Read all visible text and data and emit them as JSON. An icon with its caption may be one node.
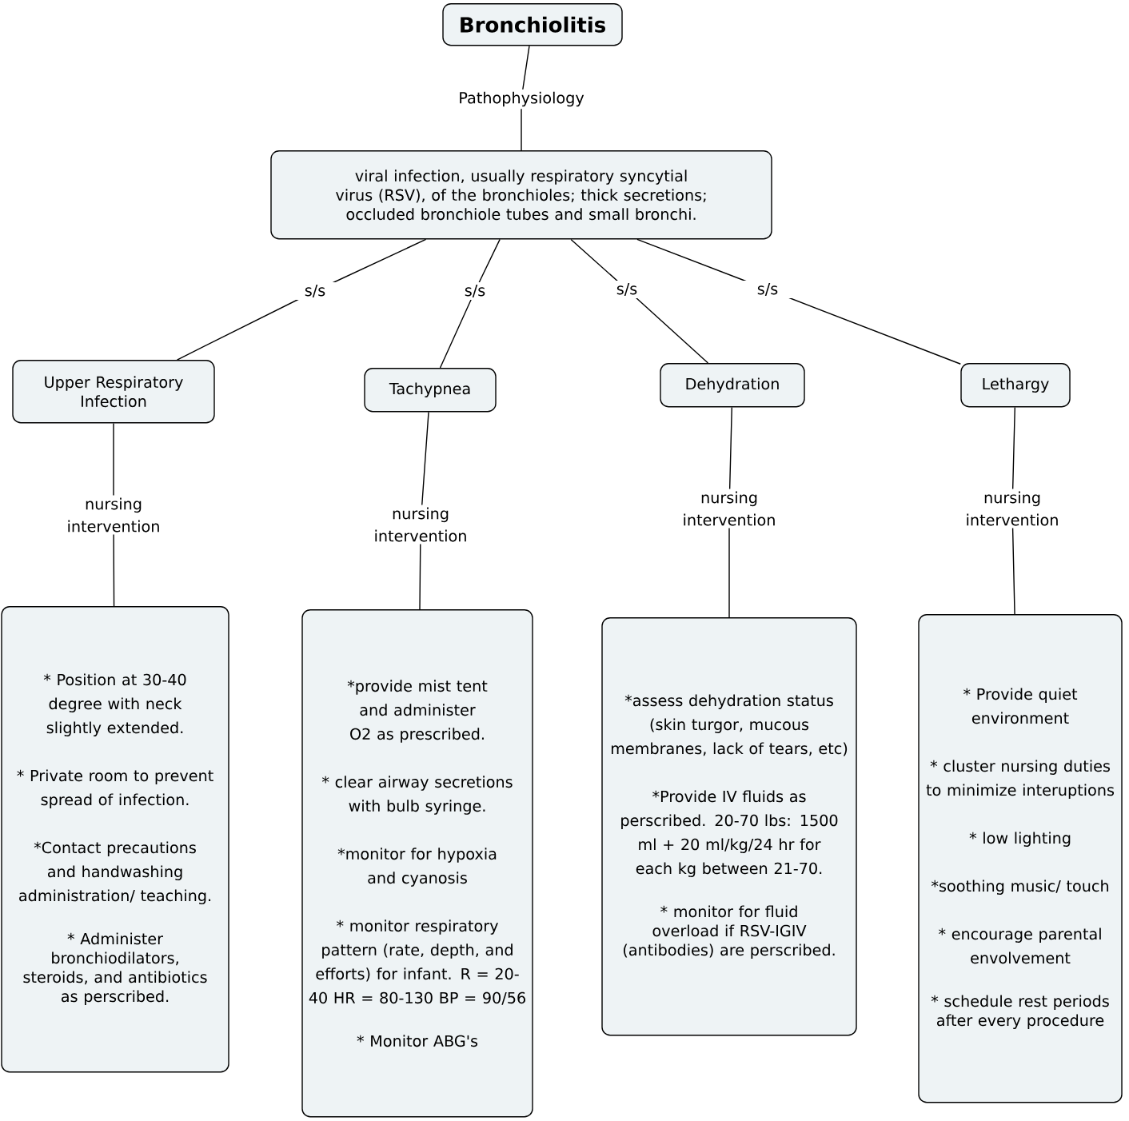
{
  "diagram": {
    "nodes": [
      {
        "text": [
          "Bronchiolitis"
        ]
      },
      {
        "text": [
          "viral infection, usually respiratory syncytial virus (RSV), of the bronchioles; thick secretions; occluded bronchiole tubes and small bronchi."
        ]
      },
      {
        "text": [
          "Upper Respiratory Infection"
        ]
      },
      {
        "text": [
          "Tachypnea"
        ]
      },
      {
        "text": [
          "Dehydration"
        ]
      },
      {
        "text": [
          "Lethargy"
        ]
      },
      {
        "text": [
          "* Position at 30-40 degree with neck slightly extended.",
          "* Private room to prevent spread of infection.",
          "*Contact precautions and handwashing administration/ teaching.",
          "* Administer bronchiodilators, steroids, and antibiotics as perscribed."
        ]
      },
      {
        "text": [
          "*provide mist tent and administer O2 as prescribed.",
          "* clear airway secretions with bulb syringe.",
          "*monitor for hypoxia and cyanosis",
          "* monitor respiratory pattern (rate, depth, and efforts) for infant. R = 20-40 HR = 80-130 BP = 90/56",
          "* Monitor ABG's"
        ]
      },
      {
        "text": [
          "*assess dehydration status (skin turgor, mucous membranes, lack of tears, etc)",
          "*Provide IV fluids as perscribed. 20-70 lbs: 1500 ml + 20 ml/kg/24 hr for each kg between 21-70.",
          "* monitor for fluid overload if RSV-IGIV (antibodies) are perscribed."
        ]
      },
      {
        "text": [
          "* Provide quiet environment",
          "* cluster nursing duties to minimize interuptions",
          "* low lighting",
          "*soothing music/ touch",
          "* encourage parental envolvement",
          "* schedule rest periods after every procedure"
        ]
      }
    ],
    "edges": [
      {
        "from": 0,
        "to": 1,
        "arrow": "none",
        "label": "Pathophysiology"
      },
      {
        "from": 1,
        "to": 2,
        "arrow": "none",
        "label": "s/s"
      },
      {
        "from": 1,
        "to": 3,
        "arrow": "none",
        "label": "s/s"
      },
      {
        "from": 1,
        "to": 4,
        "arrow": "none",
        "label": "s/s"
      },
      {
        "from": 1,
        "to": 5,
        "arrow": "none",
        "label": "s/s"
      },
      {
        "from": 2,
        "to": 6,
        "arrow": "none",
        "label": "nursing intervention"
      },
      {
        "from": 3,
        "to": 7,
        "arrow": "none",
        "label": "nursing intervention"
      },
      {
        "from": 4,
        "to": 8,
        "arrow": "none",
        "label": "nursing intervention"
      },
      {
        "from": 5,
        "to": 9,
        "arrow": "none",
        "label": "nursing intervention"
      }
    ]
  }
}
